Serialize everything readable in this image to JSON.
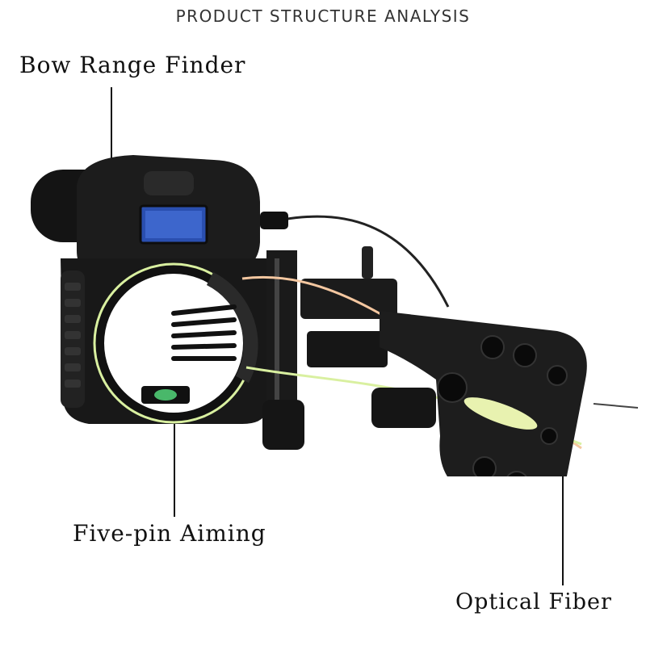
{
  "header": {
    "title": "PRODUCT STRUCTURE ANALYSIS"
  },
  "callouts": {
    "range_finder": "Bow Range Finder",
    "five_pin": "Five-pin Aiming",
    "optical_fiber": "Optical Fiber"
  },
  "colors": {
    "body": "#1b1b1b",
    "fiber_green": "#d9f0a0",
    "screen": "#2a4fb0",
    "text": "#111111"
  }
}
